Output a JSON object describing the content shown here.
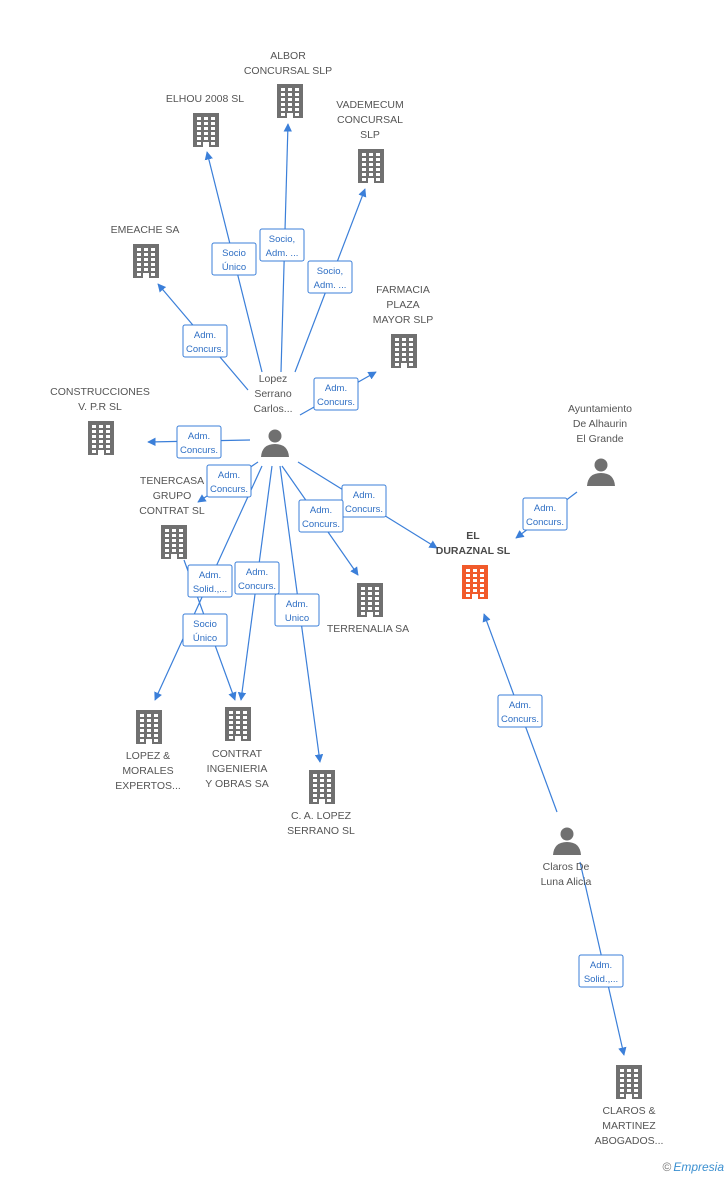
{
  "colors": {
    "edge": "#3b7fd9",
    "building": "#707070",
    "focus": "#f15a2b",
    "person": "#707070"
  },
  "nodes": [
    {
      "id": "lopez",
      "type": "person",
      "lines": [
        "Lopez",
        "Serrano",
        "Carlos..."
      ]
    },
    {
      "id": "albor",
      "type": "building",
      "lines": [
        "ALBOR",
        "CONCURSAL SLP"
      ]
    },
    {
      "id": "elhou",
      "type": "building",
      "lines": [
        "ELHOU 2008 SL"
      ]
    },
    {
      "id": "vade",
      "type": "building",
      "lines": [
        "VADEMECUM",
        "CONCURSAL",
        "SLP"
      ]
    },
    {
      "id": "emeache",
      "type": "building",
      "lines": [
        "EMEACHE SA"
      ]
    },
    {
      "id": "farmacia",
      "type": "building",
      "lines": [
        "FARMACIA",
        "PLAZA",
        "MAYOR SLP"
      ]
    },
    {
      "id": "constr",
      "type": "building",
      "lines": [
        "CONSTRUCCIONES",
        "V. P.R SL"
      ]
    },
    {
      "id": "tener",
      "type": "building",
      "lines": [
        "TENERCASA",
        "GRUPO",
        "CONTRAT SL"
      ]
    },
    {
      "id": "terren",
      "type": "building",
      "lines": [
        "TERRENALIA SA"
      ]
    },
    {
      "id": "duraznal",
      "type": "focus",
      "lines": [
        "EL",
        "DURAZNAL SL"
      ]
    },
    {
      "id": "ayunt",
      "type": "person",
      "lines": [
        "Ayuntamiento",
        "De Alhaurin",
        "El Grande"
      ]
    },
    {
      "id": "lopezm",
      "type": "building",
      "lines": [
        "LOPEZ &",
        "MORALES",
        "EXPERTOS..."
      ]
    },
    {
      "id": "contrat",
      "type": "building",
      "lines": [
        "CONTRAT",
        "INGENIERIA",
        "Y OBRAS SA"
      ]
    },
    {
      "id": "calopez",
      "type": "building",
      "lines": [
        "C. A. LOPEZ",
        "SERRANO SL"
      ]
    },
    {
      "id": "claros",
      "type": "person",
      "lines": [
        "Claros De",
        "Luna Alicia"
      ]
    },
    {
      "id": "clarosm",
      "type": "building",
      "lines": [
        "CLAROS &",
        "MARTINEZ",
        "ABOGADOS..."
      ]
    }
  ],
  "edges": [
    {
      "from": "lopez",
      "to": "elhou",
      "label": [
        "Socio",
        "Único"
      ]
    },
    {
      "from": "lopez",
      "to": "albor",
      "label": [
        "Socio,",
        "Adm. ..."
      ]
    },
    {
      "from": "lopez",
      "to": "vade",
      "label": [
        "Socio,",
        "Adm. ..."
      ]
    },
    {
      "from": "lopez",
      "to": "emeache",
      "label": [
        "Adm.",
        "Concurs."
      ]
    },
    {
      "from": "lopez",
      "to": "farmacia",
      "label": [
        "Adm.",
        "Concurs."
      ]
    },
    {
      "from": "lopez",
      "to": "constr",
      "label": [
        "Adm.",
        "Concurs."
      ]
    },
    {
      "from": "lopez",
      "to": "tener",
      "label": [
        "Adm.",
        "Concurs."
      ]
    },
    {
      "from": "lopez",
      "to": "duraznal",
      "label": [
        "Adm.",
        "Concurs."
      ]
    },
    {
      "from": "lopez",
      "to": "terren",
      "label": [
        "Adm.",
        "Concurs."
      ]
    },
    {
      "from": "lopez",
      "to": "lopezm",
      "label": [
        "Adm.",
        "Solid.,..."
      ]
    },
    {
      "from": "lopez",
      "to": "contrat",
      "label": [
        "Adm.",
        "Concurs."
      ]
    },
    {
      "from": "lopez",
      "to": "lopezm",
      "label": [
        "Socio",
        "Único"
      ]
    },
    {
      "from": "lopez",
      "to": "calopez",
      "label": [
        "Adm.",
        "Unico"
      ]
    },
    {
      "from": "ayunt",
      "to": "duraznal",
      "label": [
        "Adm.",
        "Concurs."
      ]
    },
    {
      "from": "claros",
      "to": "duraznal",
      "label": [
        "Adm.",
        "Concurs."
      ]
    },
    {
      "from": "claros",
      "to": "clarosm",
      "label": [
        "Adm.",
        "Solid.,..."
      ]
    }
  ],
  "watermark": {
    "copyright": "©",
    "brand": "Empresia"
  }
}
